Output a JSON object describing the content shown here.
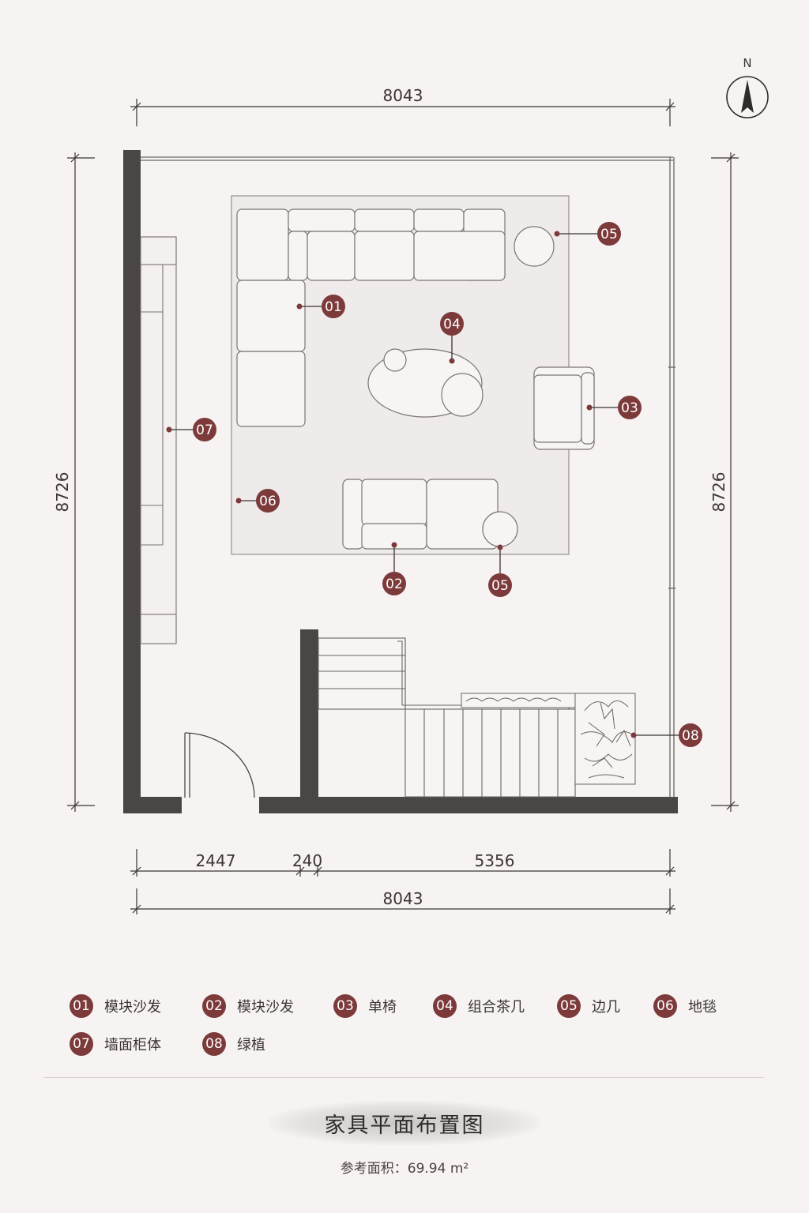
{
  "compass": {
    "label": "N"
  },
  "dimensions": {
    "top_width": "8043",
    "left_height": "8726",
    "right_height": "8726",
    "bottom_seg_1": "2447",
    "bottom_seg_2": "240",
    "bottom_seg_3": "5356",
    "bottom_width": "8043"
  },
  "markers": {
    "m01": "01",
    "m02": "02",
    "m03": "03",
    "m04": "04",
    "m05a": "05",
    "m05b": "05",
    "m06": "06",
    "m07": "07",
    "m08": "08"
  },
  "legend": [
    {
      "num": "01",
      "label": "模块沙发"
    },
    {
      "num": "02",
      "label": "模块沙发"
    },
    {
      "num": "03",
      "label": "单椅"
    },
    {
      "num": "04",
      "label": "组合茶几"
    },
    {
      "num": "05",
      "label": "边几"
    },
    {
      "num": "06",
      "label": "地毯"
    },
    {
      "num": "07",
      "label": "墙面柜体"
    },
    {
      "num": "08",
      "label": "绿植"
    }
  ],
  "footer": {
    "title": "家具平面布置图",
    "area": "参考面积：69.94 m²"
  },
  "colors": {
    "accent": "#7c3a3b",
    "wall": "#4b4646",
    "background": "#f6f3f2"
  }
}
